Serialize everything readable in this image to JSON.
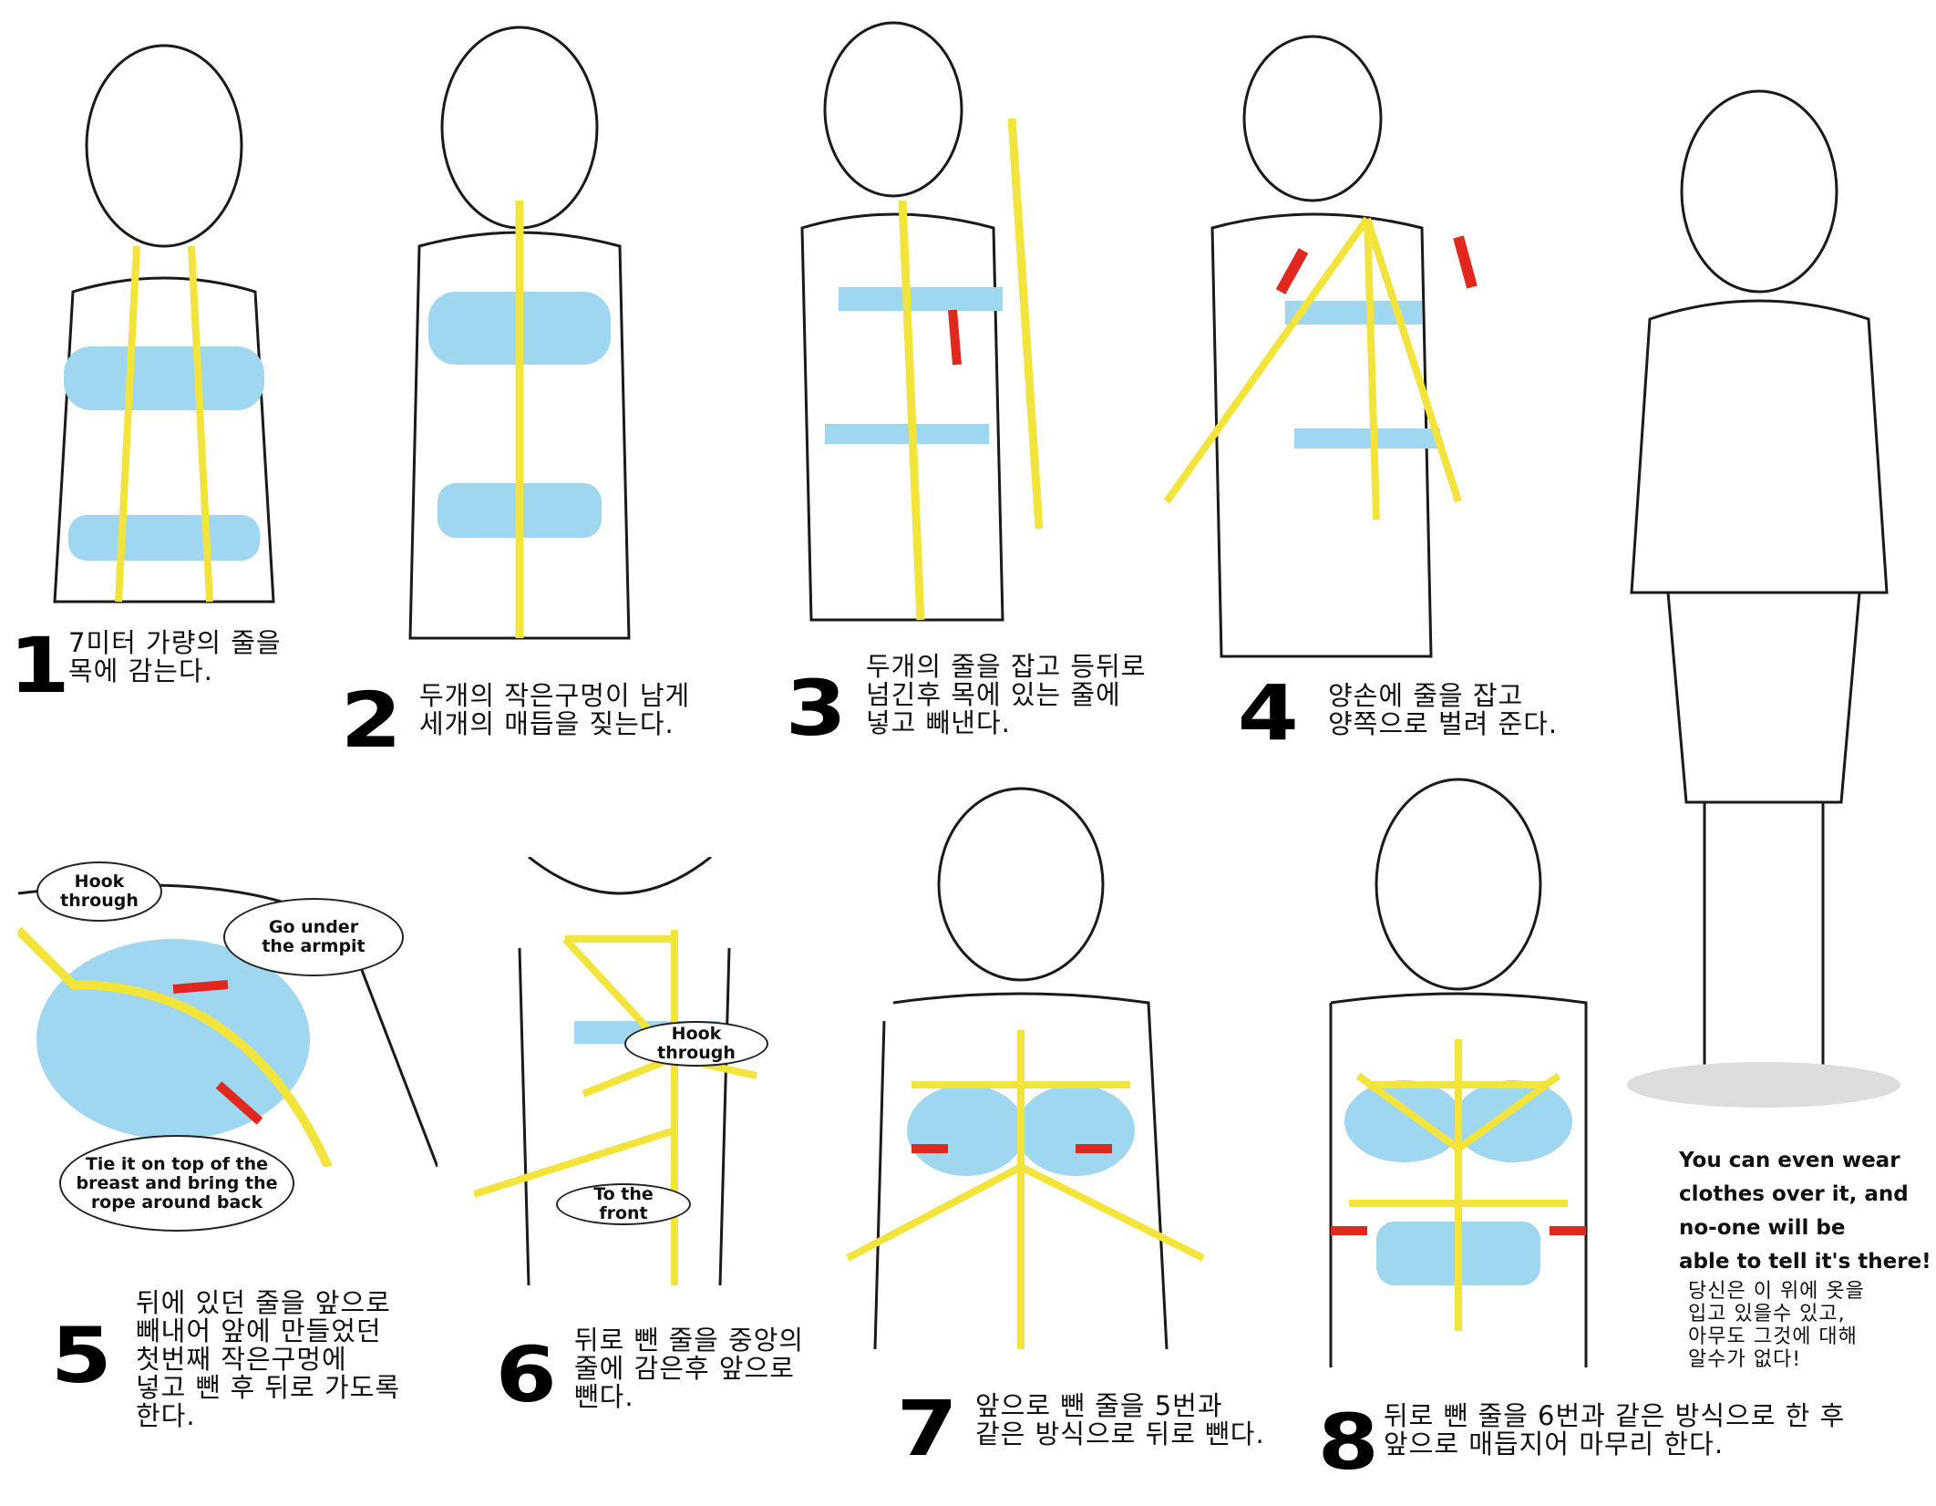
{
  "colors": {
    "rope": "#f2e43a",
    "garment": "#9fd6f0",
    "arrow": "#e0281e",
    "line": "#1a1a1a"
  },
  "steps": [
    {
      "number": "1",
      "caption": "7미터 가량의 줄을\n목에 감는다."
    },
    {
      "number": "2",
      "caption": "두개의 작은구멍이 남게\n세개의 매듭을 짖는다."
    },
    {
      "number": "3",
      "caption": "두개의 줄을 잡고 등뒤로\n넘긴후 목에 있는 줄에\n넣고 빼낸다."
    },
    {
      "number": "4",
      "caption": "양손에 줄을 잡고\n양쪽으로 벌려 준다."
    },
    {
      "number": "5",
      "caption": "뒤에 있던 줄을 앞으로\n빼내어 앞에 만들었던\n첫번째 작은구멍에\n넣고 뺀 후 뒤로 가도록\n한다."
    },
    {
      "number": "6",
      "caption": "뒤로 뺀 줄을 중앙의\n줄에 감은후 앞으로\n뺀다."
    },
    {
      "number": "7",
      "caption": "앞으로 뺀 줄을 5번과\n같은 방식으로 뒤로 뺀다."
    },
    {
      "number": "8",
      "caption": "뒤로 뺀 줄을 6번과 같은 방식으로 한 후\n앞으로 매듭지어 마무리 한다."
    }
  ],
  "bubbles": {
    "hook_through_5": "Hook\nthrough",
    "armpit": "Go under\nthe armpit",
    "tie_top": "Tie it on top of the\nbreast and bring the\nrope around back",
    "hook_through_6": "Hook through",
    "to_front": "To the front"
  },
  "final_note": {
    "english": "You can even wear\nclothes over it, and\nno-one will be\nable to tell it's there!",
    "korean": "당신은 이 위에 옷을\n입고 있을수 있고,\n아무도 그것에 대해\n알수가 없다!"
  }
}
